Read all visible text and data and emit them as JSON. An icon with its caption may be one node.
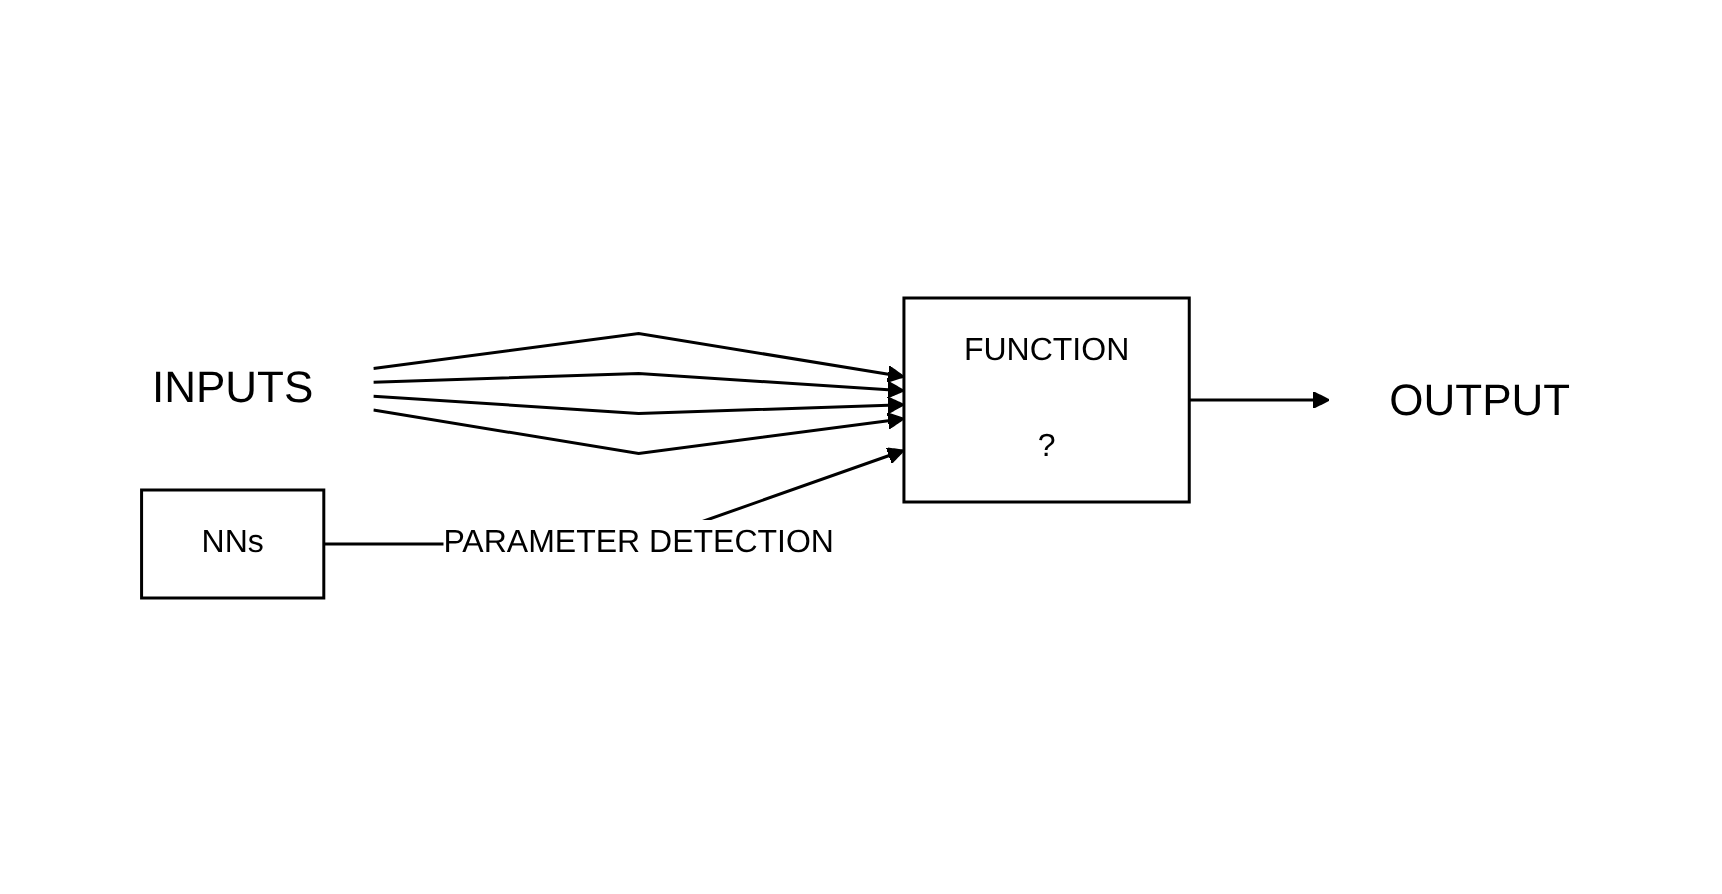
{
  "diagram": {
    "nodes": [
      {
        "text": [
          "INPUTS"
        ]
      },
      {
        "text": [
          "FUNCTION",
          "?"
        ]
      },
      {
        "text": [
          "OUTPUT"
        ]
      },
      {
        "text": [
          "NNs"
        ]
      }
    ],
    "edges": [
      {
        "from": 0,
        "to": 1,
        "arrow": "to"
      },
      {
        "from": 0,
        "to": 1,
        "arrow": "to"
      },
      {
        "from": 0,
        "to": 1,
        "arrow": "to"
      },
      {
        "from": 0,
        "to": 1,
        "arrow": "to"
      },
      {
        "from": 1,
        "to": 2,
        "arrow": "to"
      },
      {
        "from": 3,
        "to": 1,
        "label": "PARAMETER DETECTION",
        "arrow": "to"
      }
    ]
  }
}
